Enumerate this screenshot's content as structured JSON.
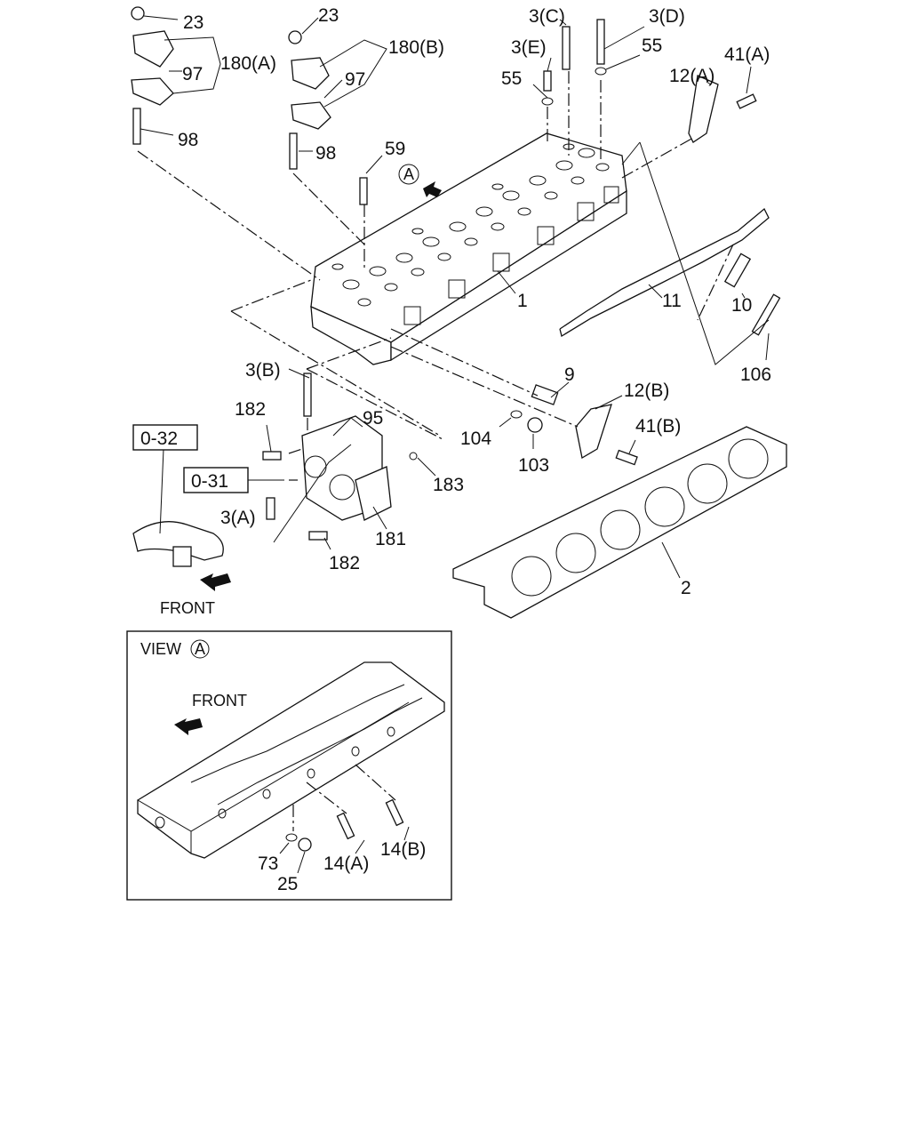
{
  "labels": {
    "p23a": "23",
    "p23b": "23",
    "p180a": "180(A)",
    "p180b": "180(B)",
    "p97a": "97",
    "p97b": "97",
    "p98a": "98",
    "p98b": "98",
    "p59": "59",
    "view_marker": "A",
    "p3c": "3(C)",
    "p3d": "3(D)",
    "p3e": "3(E)",
    "p55a": "55",
    "p55b": "55",
    "p41a": "41(A)",
    "p12a": "12(A)",
    "p1": "1",
    "p11": "11",
    "p10": "10",
    "p106": "106",
    "p9": "9",
    "p3b": "3(B)",
    "p182a": "182",
    "p95": "95",
    "p032": "0-32",
    "p031": "0-31",
    "p104": "104",
    "p103": "103",
    "p12b": "12(B)",
    "p41b": "41(B)",
    "p183": "183",
    "p3a": "3(A)",
    "p181": "181",
    "p182b": "182",
    "p2": "2",
    "front_main": "FRONT"
  },
  "view": {
    "title": "VIEW",
    "marker": "A",
    "front": "FRONT",
    "p73": "73",
    "p25": "25",
    "p14a": "14(A)",
    "p14b": "14(B)"
  }
}
